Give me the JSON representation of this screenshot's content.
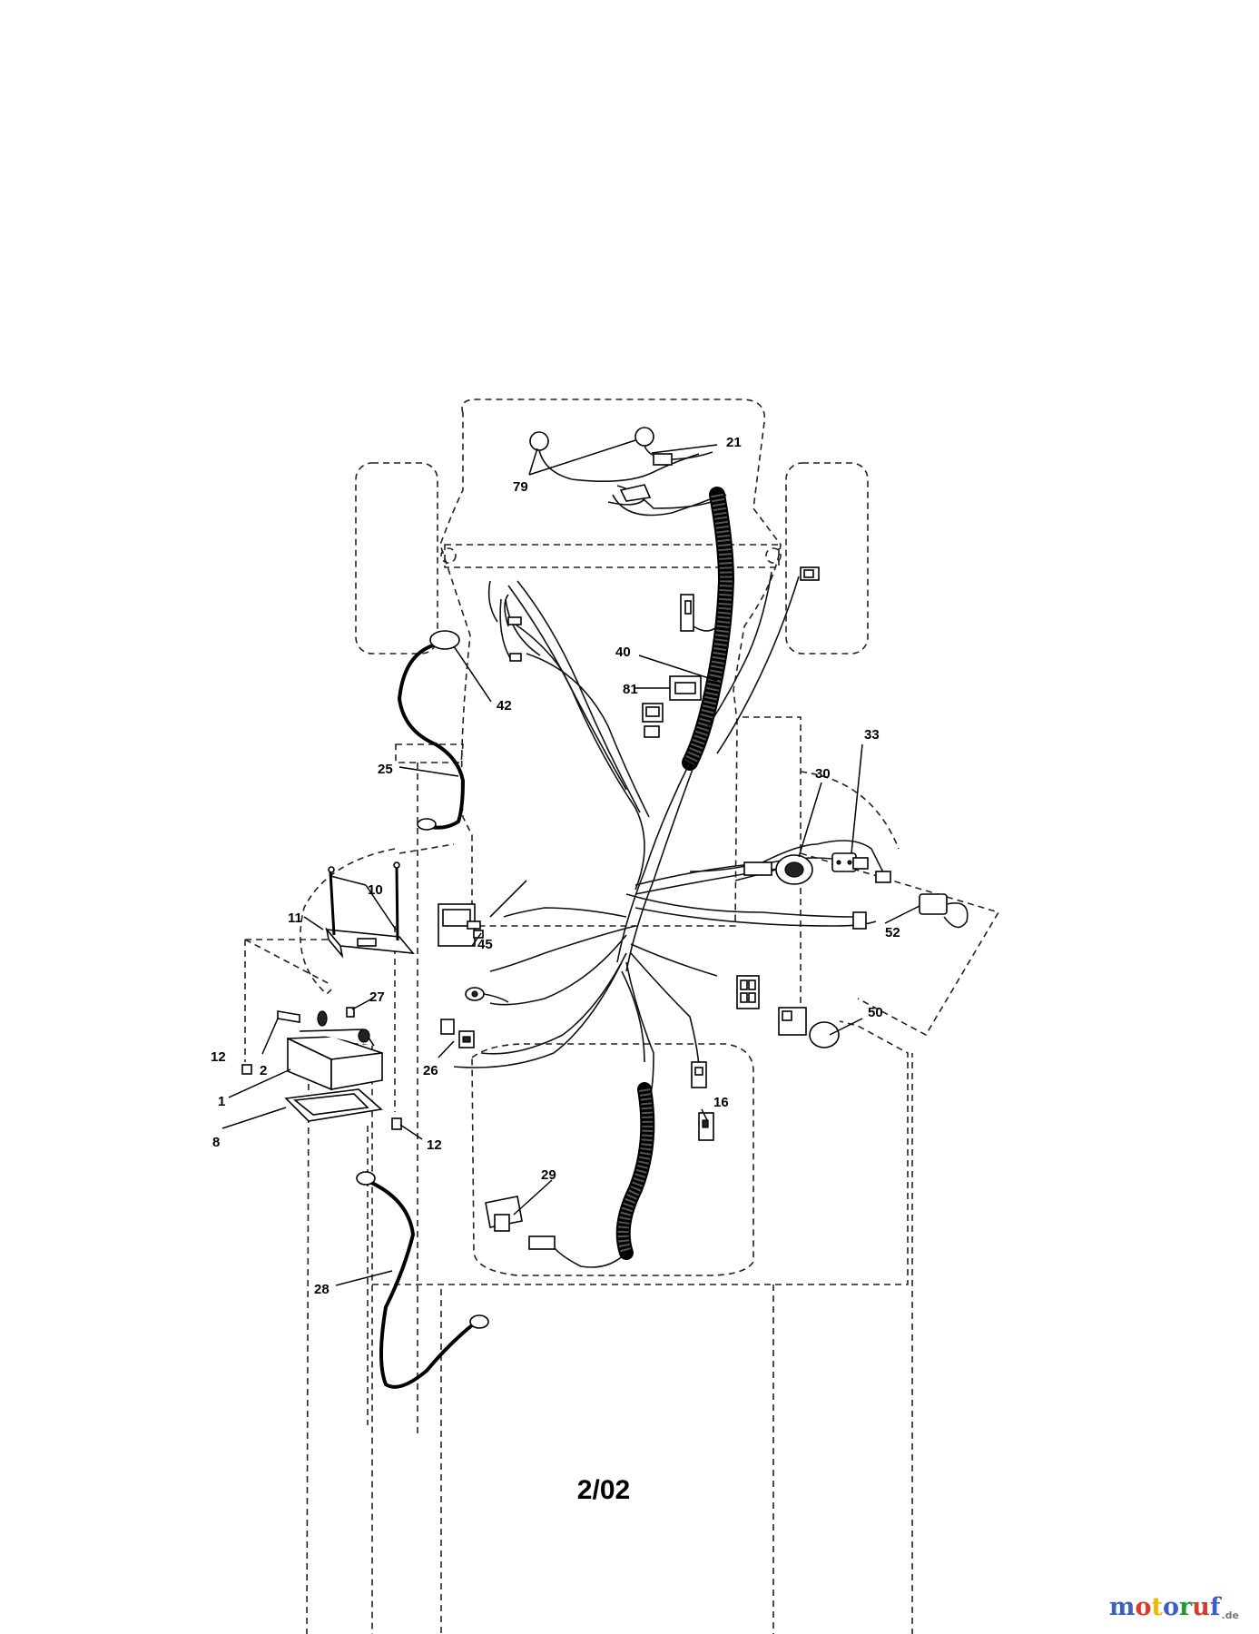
{
  "diagram": {
    "callouts": [
      "79",
      "21",
      "40",
      "81",
      "42",
      "25",
      "33",
      "30",
      "10",
      "11",
      "45",
      "52",
      "27",
      "12",
      "2",
      "1",
      "8",
      "12",
      "26",
      "50",
      "16",
      "29",
      "28"
    ]
  },
  "footer": {
    "page_label": "2/02"
  },
  "watermark": {
    "letters": [
      "m",
      "o",
      "t",
      "o",
      "r",
      "u",
      "f"
    ],
    "letter_colors": [
      "#3b5fc2",
      "#d93a2b",
      "#f2b600",
      "#3b5fc2",
      "#1f9a3b",
      "#d93a2b",
      "#3b5fc2"
    ],
    "suffix": ".de"
  }
}
